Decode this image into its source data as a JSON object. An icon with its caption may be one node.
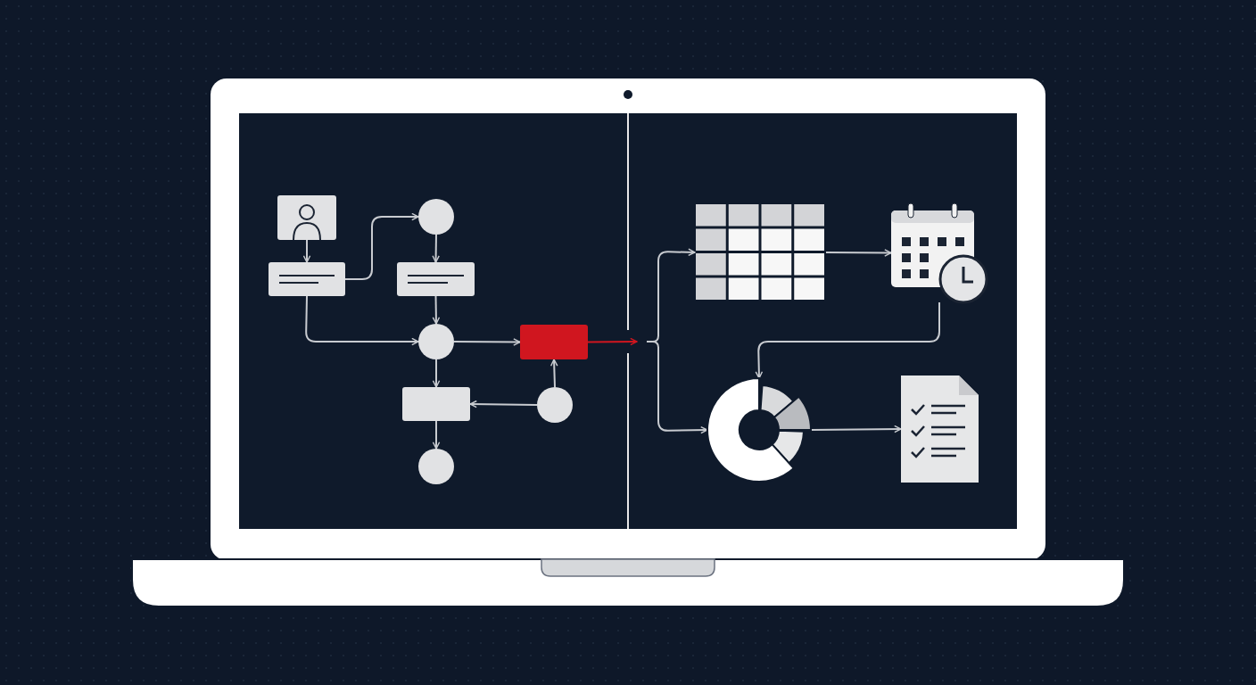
{
  "diagram": {
    "nodes": [
      {
        "text": [],
        "shape": "person"
      },
      {
        "text": [],
        "shape": "circle"
      },
      {
        "text": [],
        "shape": "box"
      },
      {
        "text": [],
        "shape": "box"
      },
      {
        "text": [],
        "shape": "circle"
      },
      {
        "text": [],
        "shape": "box"
      },
      {
        "text": [],
        "shape": "box"
      },
      {
        "text": [],
        "shape": "circle"
      },
      {
        "text": [],
        "shape": "circle"
      },
      {
        "text": [],
        "shape": "table"
      },
      {
        "text": [],
        "shape": "calendar"
      },
      {
        "text": [],
        "shape": "donut"
      },
      {
        "text": [],
        "shape": "document"
      }
    ],
    "edges": [
      {
        "from": 0,
        "to": 2,
        "arrow": "to"
      },
      {
        "from": 2,
        "to": 1,
        "arrow": "to"
      },
      {
        "from": 1,
        "to": 3,
        "arrow": "to"
      },
      {
        "from": 3,
        "to": 4,
        "arrow": "to"
      },
      {
        "from": 2,
        "to": 4,
        "arrow": "to"
      },
      {
        "from": 4,
        "to": 5,
        "arrow": "to"
      },
      {
        "from": 4,
        "to": 6,
        "arrow": "to"
      },
      {
        "from": 7,
        "to": 5,
        "arrow": "to"
      },
      {
        "from": 7,
        "to": 6,
        "arrow": "to"
      },
      {
        "from": 6,
        "to": 8,
        "arrow": "to"
      },
      {
        "from": 5,
        "to": null,
        "arrow": "to",
        "color": "#d0161f"
      },
      {
        "from": null,
        "to": 9,
        "arrow": "to"
      },
      {
        "from": null,
        "to": 11,
        "arrow": "to"
      },
      {
        "from": 9,
        "to": 10,
        "arrow": "to"
      },
      {
        "from": 10,
        "to": 11,
        "arrow": "to"
      },
      {
        "from": 11,
        "to": 12,
        "arrow": "to"
      }
    ]
  }
}
